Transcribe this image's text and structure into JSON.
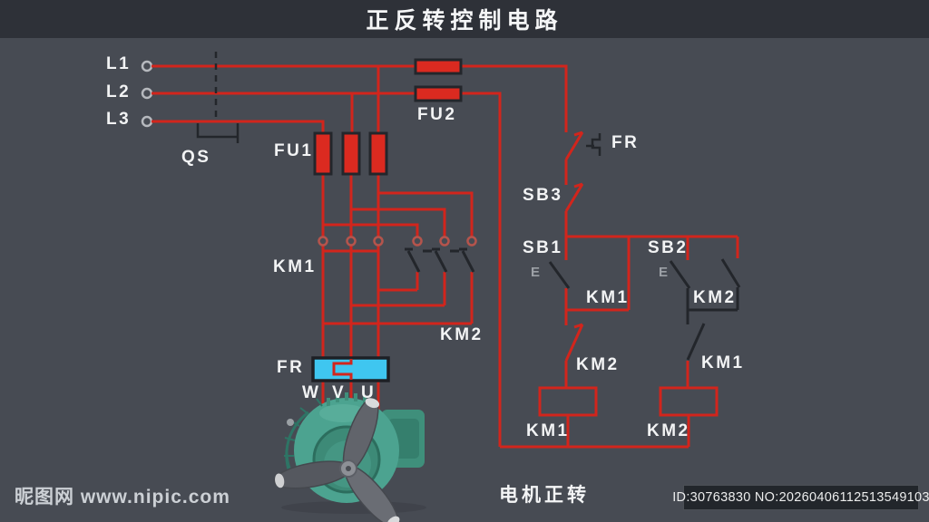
{
  "title": "正反转控制电路",
  "caption": "电机正转",
  "watermark": "昵图网 www.nipic.com",
  "footer_id": "ID:30763830 NO:20260406112513549103",
  "colors": {
    "background": "#474b53",
    "titlebar": "#2e3138",
    "wire_energized": "#d2251c",
    "wire_deenergized": "#23262b",
    "fuse_fill": "#db2a20",
    "overload_heater_fill": "#3fc6f0",
    "label_text": "#f2f3f4",
    "motor_body": "#4ca390"
  },
  "labels": {
    "l1": "L1",
    "l2": "L2",
    "l3": "L3",
    "qs": "QS",
    "fu1": "FU1",
    "fu2": "FU2",
    "fr_contact": "FR",
    "sb3": "SB3",
    "sb1": "SB1",
    "sb2": "SB2",
    "e_sb1": "E",
    "e_sb2": "E",
    "km1_main": "KM1",
    "km2_main": "KM2",
    "km1_hold": "KM1",
    "km2_hold": "KM2",
    "km2_interlock": "KM2",
    "km1_interlock": "KM1",
    "km1_coil": "KM1",
    "km2_coil": "KM2",
    "fr_heater": "FR",
    "w": "W",
    "v": "V",
    "u": "U"
  }
}
